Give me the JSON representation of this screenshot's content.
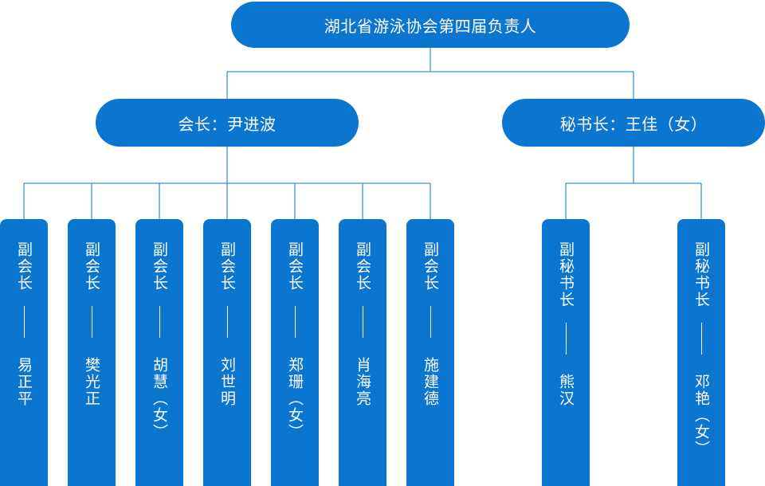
{
  "diagram": {
    "title": "湖北省游泳协会第四届负责人",
    "chairman": "会长：尹进波",
    "secretary_general": "秘书长：王佳（女）",
    "vice_chairmen": [
      {
        "role": "副会长",
        "name": "易正平"
      },
      {
        "role": "副会长",
        "name": "樊光正"
      },
      {
        "role": "副会长",
        "name": "胡慧（女）"
      },
      {
        "role": "副会长",
        "name": "刘世明"
      },
      {
        "role": "副会长",
        "name": "郑珊（女）"
      },
      {
        "role": "副会长",
        "name": "肖海亮"
      },
      {
        "role": "副会长",
        "name": "施建德"
      }
    ],
    "deputy_secretaries": [
      {
        "role": "副秘书长",
        "name": "熊汉"
      },
      {
        "role": "副秘书长",
        "name": "邓艳（女）"
      }
    ],
    "colors": {
      "box": "#0a76d0",
      "line": "#0a76d0",
      "text": "#ffffff"
    }
  }
}
